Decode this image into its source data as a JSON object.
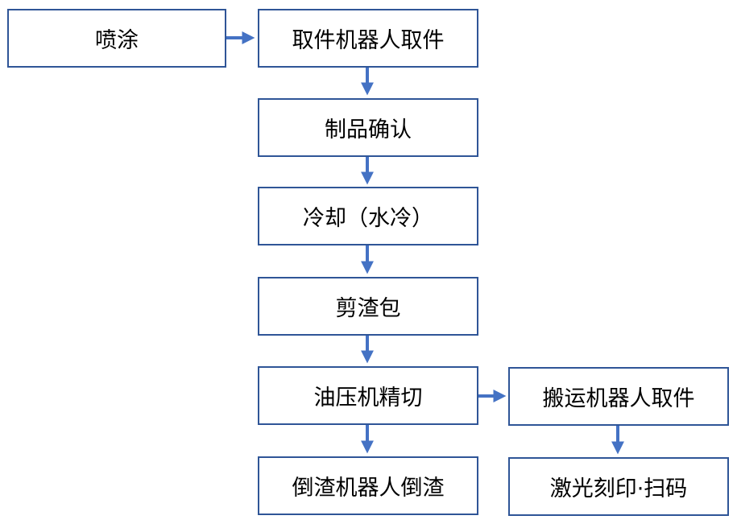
{
  "nodes": {
    "spray": "喷涂",
    "robot_pick": "取件机器人取件",
    "product_confirm": "制品确认",
    "cooling": "冷却（水冷）",
    "cut_slag": "剪渣包",
    "hydraulic_trim": "油压机精切",
    "slag_robot": "倒渣机器人倒渣",
    "transfer_robot": "搬运机器人取件",
    "laser_mark": "激光刻印·扫码"
  },
  "colors": {
    "border": "#2f5597",
    "arrow": "#4472c4",
    "text": "#000000"
  }
}
